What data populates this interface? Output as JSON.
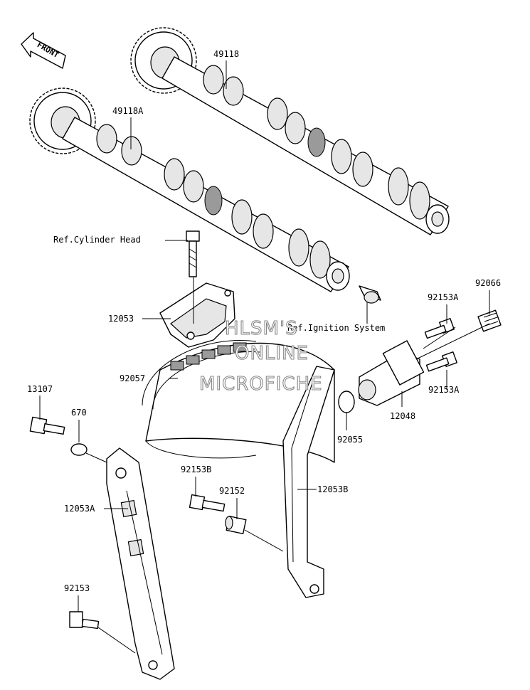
{
  "front_arrow": {
    "label": "FRONT"
  },
  "labels": {
    "p49118": "49118",
    "p49118a": "49118A",
    "ref_cyl_head": "Ref.Cylinder Head",
    "p12053": "12053",
    "ref_ignition": "Ref.Ignition System",
    "p92153a_top": "92153A",
    "p92066": "92066",
    "p92057": "92057",
    "p13107": "13107",
    "p670": "670",
    "p12048": "12048",
    "p92153a_bot": "92153A",
    "p92055": "92055",
    "p92153b": "92153B",
    "p92152": "92152",
    "p12053b": "12053B",
    "p12053a": "12053A",
    "p92153": "92153"
  },
  "watermark": {
    "line1": "HLSM'S",
    "line2": "ONLINE",
    "line3": "MICROFICHE"
  },
  "colors": {
    "ink": "#000000",
    "paper": "#ffffff",
    "watermark": "#888888"
  }
}
